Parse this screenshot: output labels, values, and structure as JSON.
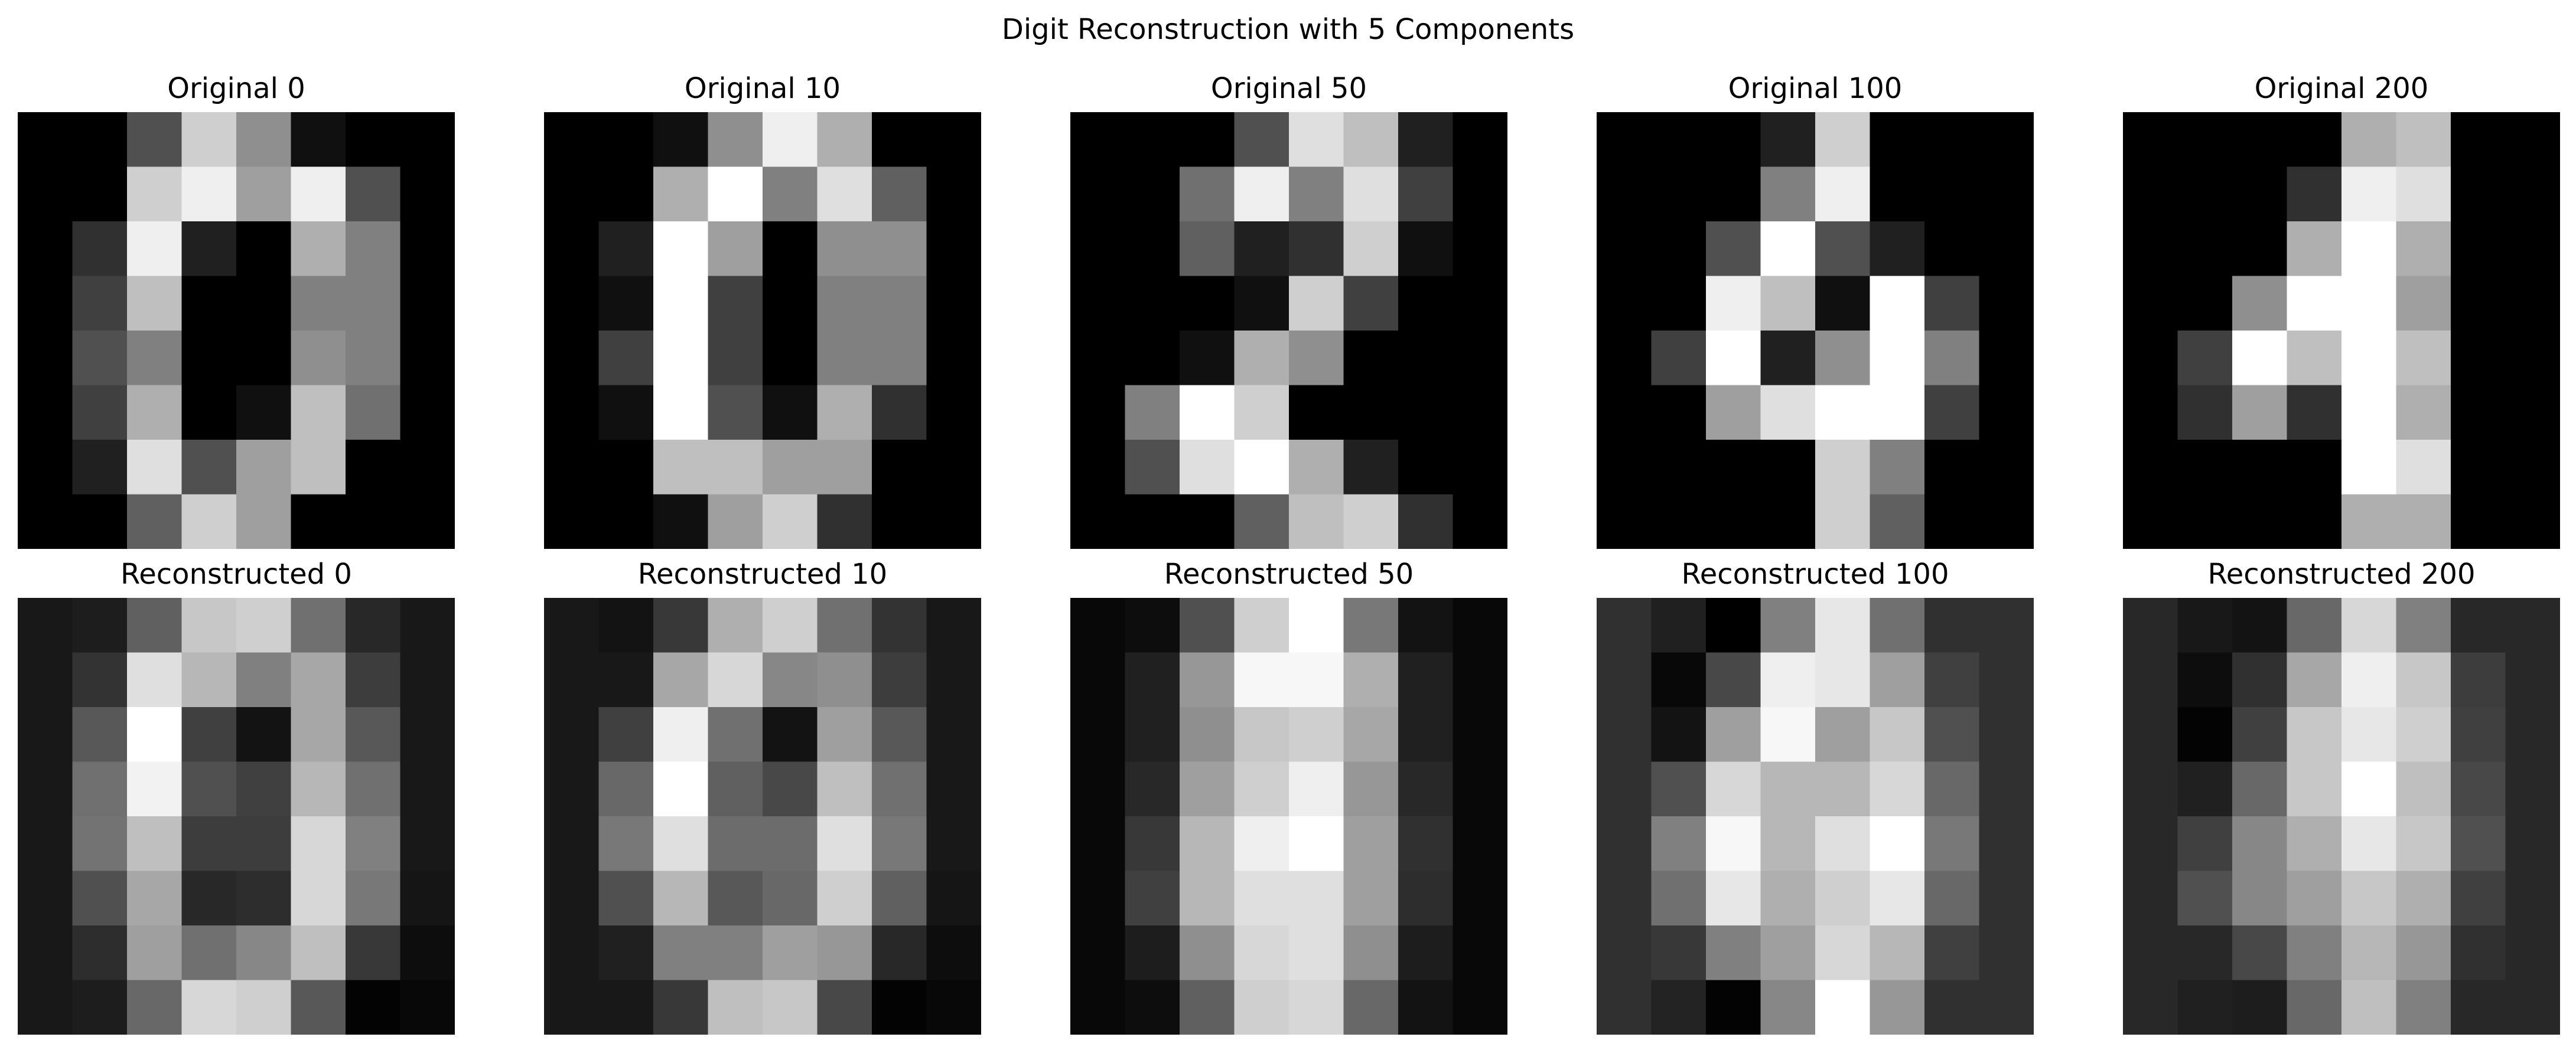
{
  "figure": {
    "title": "Digit Reconstruction with 5 Components"
  },
  "chart_data": {
    "type": "heatmap",
    "colormap": "gray",
    "value_range": [
      0,
      16
    ],
    "grid": false,
    "axes_visible": false,
    "rows": [
      {
        "panels": [
          {
            "title": "Original 0",
            "pixels": [
              [
                0,
                0,
                5,
                13,
                9,
                1,
                0,
                0
              ],
              [
                0,
                0,
                13,
                15,
                10,
                15,
                5,
                0
              ],
              [
                0,
                3,
                15,
                2,
                0,
                11,
                8,
                0
              ],
              [
                0,
                4,
                12,
                0,
                0,
                8,
                8,
                0
              ],
              [
                0,
                5,
                8,
                0,
                0,
                9,
                8,
                0
              ],
              [
                0,
                4,
                11,
                0,
                1,
                12,
                7,
                0
              ],
              [
                0,
                2,
                14,
                5,
                10,
                12,
                0,
                0
              ],
              [
                0,
                0,
                6,
                13,
                10,
                0,
                0,
                0
              ]
            ]
          },
          {
            "title": "Original 10",
            "pixels": [
              [
                0,
                0,
                1,
                9,
                15,
                11,
                0,
                0
              ],
              [
                0,
                0,
                11,
                16,
                8,
                14,
                6,
                0
              ],
              [
                0,
                2,
                16,
                10,
                0,
                9,
                9,
                0
              ],
              [
                0,
                1,
                16,
                4,
                0,
                8,
                8,
                0
              ],
              [
                0,
                4,
                16,
                4,
                0,
                8,
                8,
                0
              ],
              [
                0,
                1,
                16,
                5,
                1,
                11,
                3,
                0
              ],
              [
                0,
                0,
                12,
                12,
                10,
                10,
                0,
                0
              ],
              [
                0,
                0,
                1,
                10,
                13,
                3,
                0,
                0
              ]
            ]
          },
          {
            "title": "Original 50",
            "pixels": [
              [
                0,
                0,
                0,
                5,
                14,
                12,
                2,
                0
              ],
              [
                0,
                0,
                7,
                15,
                8,
                14,
                4,
                0
              ],
              [
                0,
                0,
                6,
                2,
                3,
                13,
                1,
                0
              ],
              [
                0,
                0,
                0,
                1,
                13,
                4,
                0,
                0
              ],
              [
                0,
                0,
                1,
                11,
                9,
                0,
                0,
                0
              ],
              [
                0,
                8,
                16,
                13,
                0,
                0,
                0,
                0
              ],
              [
                0,
                5,
                14,
                16,
                11,
                2,
                0,
                0
              ],
              [
                0,
                0,
                0,
                6,
                12,
                13,
                3,
                0
              ]
            ]
          },
          {
            "title": "Original 100",
            "pixels": [
              [
                0,
                0,
                0,
                2,
                13,
                0,
                0,
                0
              ],
              [
                0,
                0,
                0,
                8,
                15,
                0,
                0,
                0
              ],
              [
                0,
                0,
                5,
                16,
                5,
                2,
                0,
                0
              ],
              [
                0,
                0,
                15,
                12,
                1,
                16,
                4,
                0
              ],
              [
                0,
                4,
                16,
                2,
                9,
                16,
                8,
                0
              ],
              [
                0,
                0,
                10,
                14,
                16,
                16,
                4,
                0
              ],
              [
                0,
                0,
                0,
                0,
                13,
                8,
                0,
                0
              ],
              [
                0,
                0,
                0,
                0,
                13,
                6,
                0,
                0
              ]
            ]
          },
          {
            "title": "Original 200",
            "pixels": [
              [
                0,
                0,
                0,
                0,
                11,
                12,
                0,
                0
              ],
              [
                0,
                0,
                0,
                3,
                15,
                14,
                0,
                0
              ],
              [
                0,
                0,
                0,
                11,
                16,
                11,
                0,
                0
              ],
              [
                0,
                0,
                9,
                16,
                16,
                10,
                0,
                0
              ],
              [
                0,
                4,
                16,
                12,
                16,
                12,
                0,
                0
              ],
              [
                0,
                3,
                10,
                3,
                16,
                11,
                0,
                0
              ],
              [
                0,
                0,
                0,
                0,
                16,
                14,
                0,
                0
              ],
              [
                0,
                0,
                0,
                0,
                11,
                11,
                0,
                0
              ]
            ]
          }
        ]
      },
      {
        "panels": [
          {
            "title": "Reconstructed 0",
            "pixels": [
              [
                1.5,
                1.8,
                6.0,
                12.5,
                13.0,
                7.0,
                2.5,
                1.5
              ],
              [
                1.5,
                3.2,
                14.0,
                11.5,
                8.0,
                10.5,
                3.8,
                1.5
              ],
              [
                1.5,
                5.5,
                16.0,
                4.0,
                1.2,
                10.5,
                5.5,
                1.5
              ],
              [
                1.5,
                7.0,
                15.2,
                5.0,
                4.0,
                11.5,
                7.0,
                1.5
              ],
              [
                1.5,
                7.2,
                12.0,
                3.8,
                3.8,
                13.5,
                8.0,
                1.5
              ],
              [
                1.5,
                5.0,
                10.5,
                2.5,
                2.8,
                13.5,
                7.5,
                1.3
              ],
              [
                1.5,
                2.8,
                10.0,
                7.0,
                8.5,
                12.0,
                3.5,
                0.8
              ],
              [
                1.5,
                1.8,
                6.5,
                13.5,
                13.0,
                5.5,
                0.2,
                0.5
              ]
            ]
          },
          {
            "title": "Reconstructed 10",
            "pixels": [
              [
                1.5,
                1.2,
                3.5,
                11.0,
                13.0,
                7.0,
                3.2,
                1.5
              ],
              [
                1.5,
                1.5,
                10.5,
                13.5,
                8.5,
                9.0,
                3.8,
                1.5
              ],
              [
                1.5,
                4.0,
                15.0,
                7.0,
                1.2,
                10.0,
                5.5,
                1.5
              ],
              [
                1.5,
                6.5,
                16.0,
                6.0,
                4.5,
                12.0,
                7.0,
                1.5
              ],
              [
                1.5,
                7.5,
                14.0,
                6.8,
                6.8,
                14.0,
                7.5,
                1.5
              ],
              [
                1.5,
                5.0,
                11.5,
                5.5,
                6.5,
                13.0,
                6.0,
                1.3
              ],
              [
                1.5,
                2.0,
                8.0,
                8.0,
                10.0,
                9.5,
                2.5,
                0.8
              ],
              [
                1.5,
                1.5,
                3.5,
                12.0,
                12.5,
                4.5,
                0.2,
                0.5
              ]
            ]
          },
          {
            "title": "Reconstructed 50",
            "pixels": [
              [
                0.5,
                0.8,
                5.0,
                13.0,
                16.0,
                7.5,
                1.2,
                0.5
              ],
              [
                0.5,
                2.0,
                9.5,
                15.5,
                15.5,
                11.0,
                2.0,
                0.5
              ],
              [
                0.5,
                2.0,
                9.0,
                12.5,
                13.0,
                10.5,
                2.0,
                0.5
              ],
              [
                0.5,
                2.5,
                10.0,
                13.0,
                15.0,
                9.5,
                2.5,
                0.5
              ],
              [
                0.5,
                3.5,
                11.5,
                15.0,
                16.0,
                10.0,
                3.0,
                0.5
              ],
              [
                0.5,
                4.0,
                11.5,
                14.0,
                14.0,
                10.0,
                2.8,
                0.5
              ],
              [
                0.5,
                1.8,
                9.0,
                13.5,
                14.0,
                9.0,
                1.8,
                0.5
              ],
              [
                0.5,
                0.8,
                6.0,
                13.0,
                13.5,
                6.5,
                1.2,
                0.5
              ]
            ]
          },
          {
            "title": "Reconstructed 100",
            "pixels": [
              [
                3.0,
                2.0,
                0.0,
                8.0,
                14.5,
                7.0,
                3.0,
                3.0
              ],
              [
                3.0,
                0.5,
                4.5,
                15.0,
                14.5,
                10.0,
                4.0,
                3.0
              ],
              [
                3.0,
                1.2,
                10.0,
                15.5,
                10.0,
                12.5,
                5.0,
                3.0
              ],
              [
                3.0,
                5.0,
                13.5,
                11.5,
                11.5,
                13.5,
                6.5,
                3.0
              ],
              [
                3.0,
                8.0,
                15.5,
                11.5,
                14.0,
                16.0,
                7.5,
                3.0
              ],
              [
                3.0,
                7.0,
                14.5,
                11.0,
                13.0,
                14.5,
                6.5,
                3.0
              ],
              [
                3.0,
                3.5,
                8.0,
                10.0,
                13.5,
                11.5,
                4.0,
                3.0
              ],
              [
                3.0,
                2.2,
                0.2,
                8.5,
                16.0,
                9.5,
                3.0,
                3.0
              ]
            ]
          },
          {
            "title": "Reconstructed 200",
            "pixels": [
              [
                2.5,
                1.5,
                1.2,
                6.5,
                13.5,
                8.0,
                2.5,
                2.5
              ],
              [
                2.5,
                0.8,
                3.0,
                10.5,
                15.0,
                12.5,
                3.8,
                2.5
              ],
              [
                2.5,
                0.2,
                4.0,
                12.5,
                14.5,
                13.0,
                4.0,
                2.5
              ],
              [
                2.5,
                2.0,
                6.5,
                12.5,
                16.0,
                12.0,
                4.5,
                2.5
              ],
              [
                2.5,
                4.0,
                8.5,
                11.0,
                14.5,
                12.5,
                5.0,
                2.5
              ],
              [
                2.5,
                5.0,
                8.5,
                10.0,
                12.5,
                11.0,
                4.0,
                2.5
              ],
              [
                2.5,
                2.5,
                4.5,
                8.0,
                11.5,
                9.5,
                3.0,
                2.5
              ],
              [
                2.5,
                2.0,
                1.8,
                6.5,
                12.0,
                8.0,
                2.5,
                2.5
              ]
            ]
          }
        ]
      }
    ]
  }
}
